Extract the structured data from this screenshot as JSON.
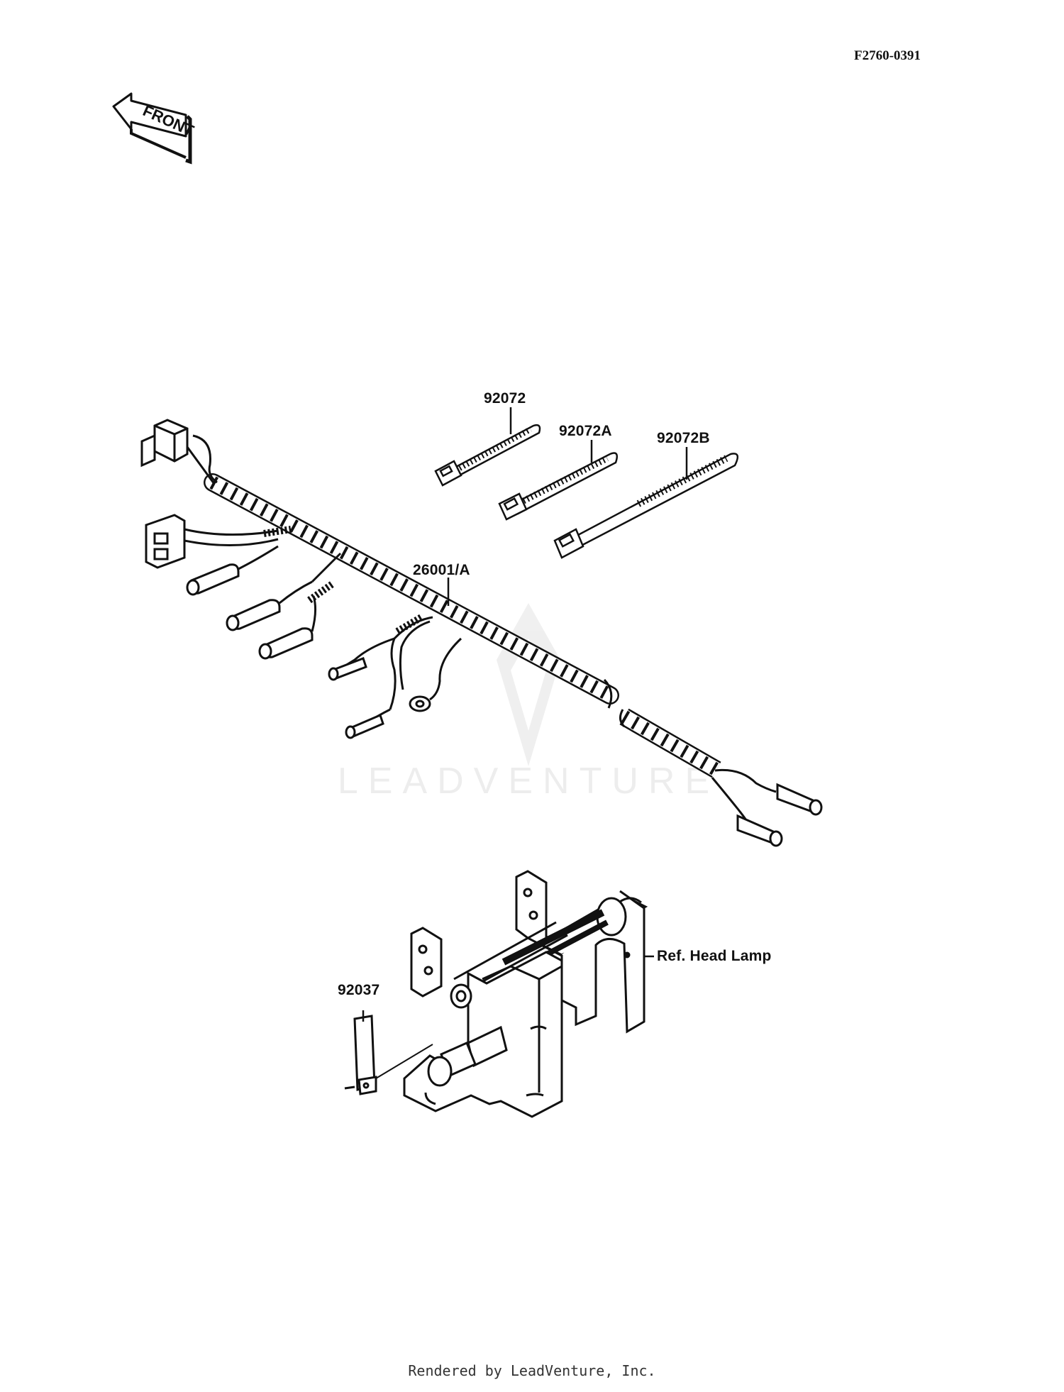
{
  "diagram_code": "F2760-0391",
  "front_arrow_text": "FRONT",
  "parts": {
    "band_small": "92072",
    "band_medium": "92072A",
    "band_large": "92072B",
    "harness": "26001/A",
    "clamp": "92037"
  },
  "reference_label": "Ref. Head Lamp",
  "watermark": "LEADVENTURE",
  "footer": "Rendered by LeadVenture, Inc."
}
